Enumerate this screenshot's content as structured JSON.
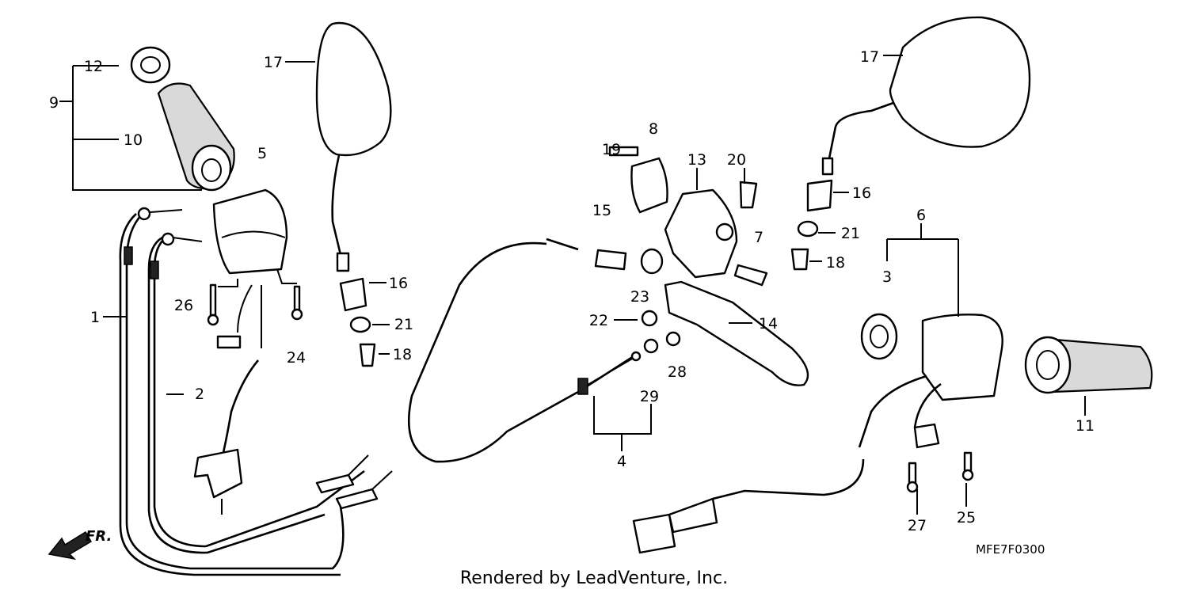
{
  "diagram": {
    "callouts": {
      "c1": "1",
      "c2": "2",
      "c3": "3",
      "c4": "4",
      "c5": "5",
      "c6": "6",
      "c7": "7",
      "c8": "8",
      "c9": "9",
      "c10": "10",
      "c11": "11",
      "c12": "12",
      "c13": "13",
      "c14": "14",
      "c15": "15",
      "c16a": "16",
      "c16b": "16",
      "c17a": "17",
      "c17b": "17",
      "c18a": "18",
      "c18b": "18",
      "c19": "19",
      "c20": "20",
      "c21a": "21",
      "c21b": "21",
      "c22": "22",
      "c23": "23",
      "c24": "24",
      "c25": "25",
      "c26": "26",
      "c27": "27",
      "c28": "28",
      "c29": "29"
    },
    "direction_label": "FR.",
    "diagram_code": "MFE7F0300",
    "footer": "Rendered by LeadVenture, Inc."
  }
}
